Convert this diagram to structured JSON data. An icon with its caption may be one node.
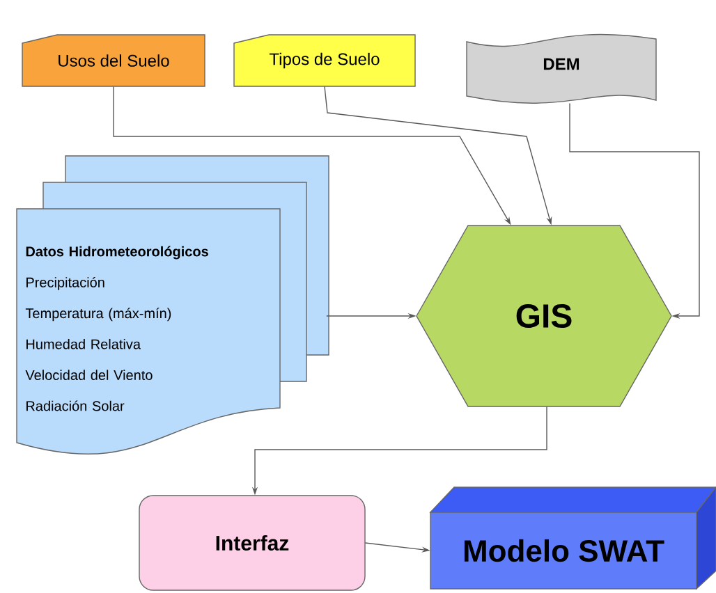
{
  "diagram": {
    "nodes": [
      {
        "text": [
          "Usos del Suelo"
        ]
      },
      {
        "text": [
          "Tipos de Suelo"
        ]
      },
      {
        "text": [
          "DEM"
        ]
      },
      {
        "text": [
          "Datos Hidrometeorológicos",
          "Precipitación",
          "Temperatura (máx-mín)",
          "Humedad Relativa",
          "Velocidad del Viento",
          "Radiación Solar"
        ]
      },
      {
        "text": [
          "GIS"
        ]
      },
      {
        "text": [
          "Interfaz"
        ]
      },
      {
        "text": [
          "Modelo SWAT"
        ]
      }
    ],
    "edges": [
      {
        "from": 0,
        "to": 4,
        "arrow": "to"
      },
      {
        "from": 1,
        "to": 4,
        "arrow": "to"
      },
      {
        "from": 2,
        "to": 4,
        "arrow": "to"
      },
      {
        "from": 3,
        "to": 4,
        "arrow": "to"
      },
      {
        "from": 4,
        "to": 5,
        "arrow": "to"
      },
      {
        "from": 5,
        "to": 6,
        "arrow": "to"
      }
    ]
  }
}
